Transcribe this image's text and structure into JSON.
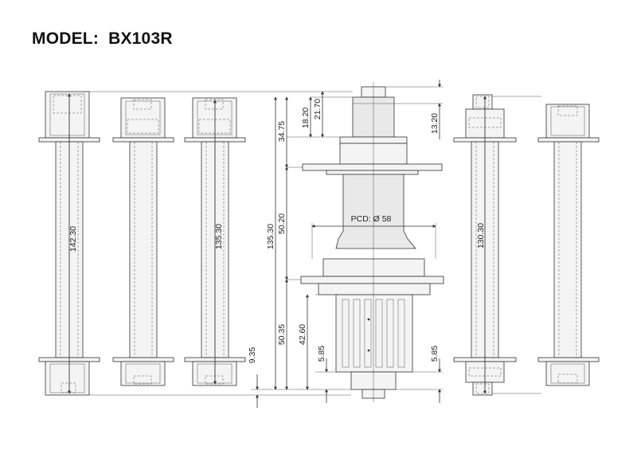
{
  "header": {
    "model_label": "MODEL:",
    "model_value": "BX103R"
  },
  "dimensions": {
    "axle_1_length": "142.30",
    "axle_3_length": "135.30",
    "axle_6_length": "130.30",
    "total_length": "135.30",
    "top_flange_offset": "34.75",
    "top_cap_1": "18.20",
    "top_cap_2": "21.70",
    "flange_spacing": "50.20",
    "pcd": "PCD: Ø 58",
    "lower_offset_1": "50.35",
    "lower_offset_2": "42.60",
    "end_cap_left": "5.85",
    "end_cap_right": "5.85",
    "end_extension": "9.35",
    "qr_top": "13.20"
  },
  "colors": {
    "line": "#333333",
    "text": "#222222",
    "background": "#ffffff"
  }
}
